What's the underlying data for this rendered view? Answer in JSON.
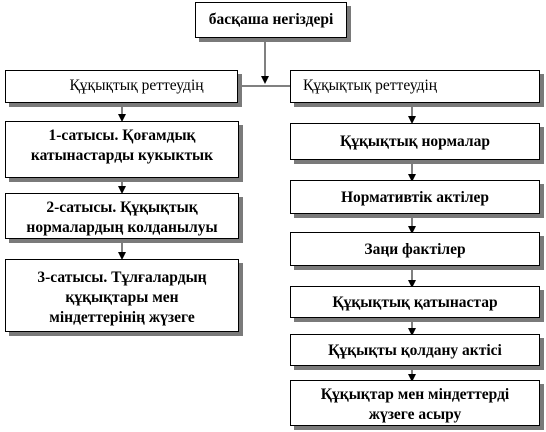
{
  "top_box": "басқаша негіздері",
  "left_title": "Құқықтық реттеудің",
  "right_title": "Құқықтық реттеудің",
  "left_stages": [
    "1-сатысы. Қоғамдық катынастарды кукыктык",
    "2-сатысы. Құқықтық нормалардың колданылуы",
    "3-сатысы. Тұлғалардың құқықтары мен міндеттерінің  жүзеге"
  ],
  "right_stages": [
    "Құқықтық нормалар",
    "Нормативтік актілер",
    "Заңи фактілер",
    "Құқықтық қатынастар",
    "Құқықты қолдану актісі",
    "Құқықтар мен міндеттерді жүзеге асыру"
  ]
}
